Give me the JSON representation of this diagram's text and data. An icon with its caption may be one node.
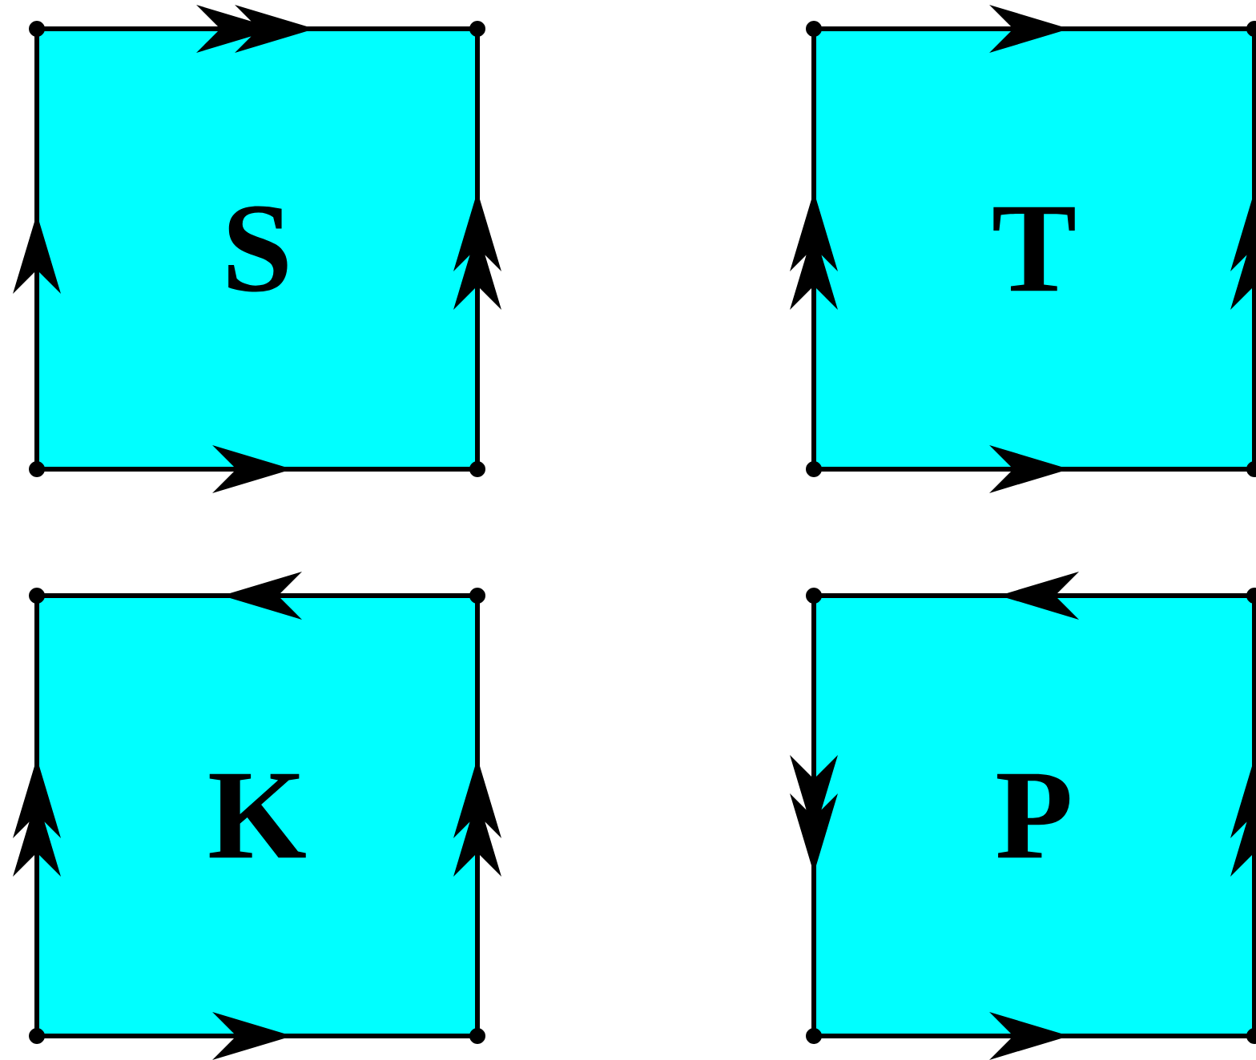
{
  "diagram": {
    "nodes": [
      {
        "text": [
          "S"
        ]
      },
      {
        "text": [
          "T"
        ]
      },
      {
        "text": [
          "K"
        ]
      },
      {
        "text": [
          "P"
        ]
      }
    ]
  }
}
